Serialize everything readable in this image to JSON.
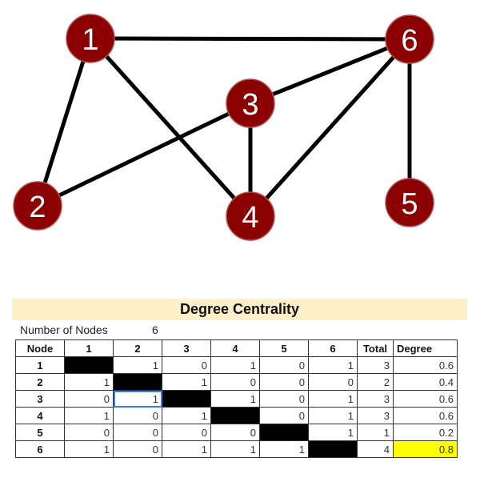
{
  "graph": {
    "node_fill": "#8b0000",
    "node_stroke": "#b05050",
    "edge_color": "#000000",
    "nodes": [
      "1",
      "2",
      "3",
      "4",
      "5",
      "6"
    ],
    "edges": [
      [
        "1",
        "6"
      ],
      [
        "1",
        "2"
      ],
      [
        "1",
        "4"
      ],
      [
        "2",
        "3"
      ],
      [
        "3",
        "6"
      ],
      [
        "3",
        "4"
      ],
      [
        "4",
        "6"
      ],
      [
        "6",
        "5"
      ]
    ]
  },
  "sheet": {
    "title": "Degree Centrality",
    "title_bg": "#fdf0c8",
    "number_of_nodes_label": "Number of Nodes",
    "number_of_nodes": "6",
    "headers": [
      "Node",
      "1",
      "2",
      "3",
      "4",
      "5",
      "6",
      "Total",
      "Degree"
    ],
    "rows": [
      {
        "node": "1",
        "cells": [
          "",
          "1",
          "0",
          "1",
          "0",
          "1"
        ],
        "total": "3",
        "degree": "0.6"
      },
      {
        "node": "2",
        "cells": [
          "1",
          "",
          "1",
          "0",
          "0",
          "0"
        ],
        "total": "2",
        "degree": "0.4"
      },
      {
        "node": "3",
        "cells": [
          "0",
          "1",
          "",
          "1",
          "0",
          "1"
        ],
        "total": "3",
        "degree": "0.6"
      },
      {
        "node": "4",
        "cells": [
          "1",
          "0",
          "1",
          "",
          "0",
          "1"
        ],
        "total": "3",
        "degree": "0.6"
      },
      {
        "node": "5",
        "cells": [
          "0",
          "0",
          "0",
          "0",
          "",
          "1"
        ],
        "total": "1",
        "degree": "0.2"
      },
      {
        "node": "6",
        "cells": [
          "1",
          "0",
          "1",
          "1",
          "1",
          ""
        ],
        "total": "4",
        "degree": "0.8"
      }
    ],
    "highlight_color": "#ffff00"
  }
}
